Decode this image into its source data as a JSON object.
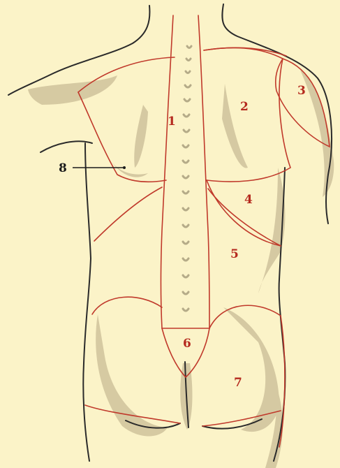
{
  "diagram": {
    "region_labels": {
      "r1": "1",
      "r2": "2",
      "r3": "3",
      "r4": "4",
      "r5": "5",
      "r6": "6",
      "r7": "7",
      "r8": "8"
    }
  },
  "colors": {
    "background": "#fbf3c8",
    "body_outline": "#2a2a2a",
    "region_lines": "#c0392b",
    "label_red": "#b52a1f",
    "shadow": "#c9bc96"
  }
}
